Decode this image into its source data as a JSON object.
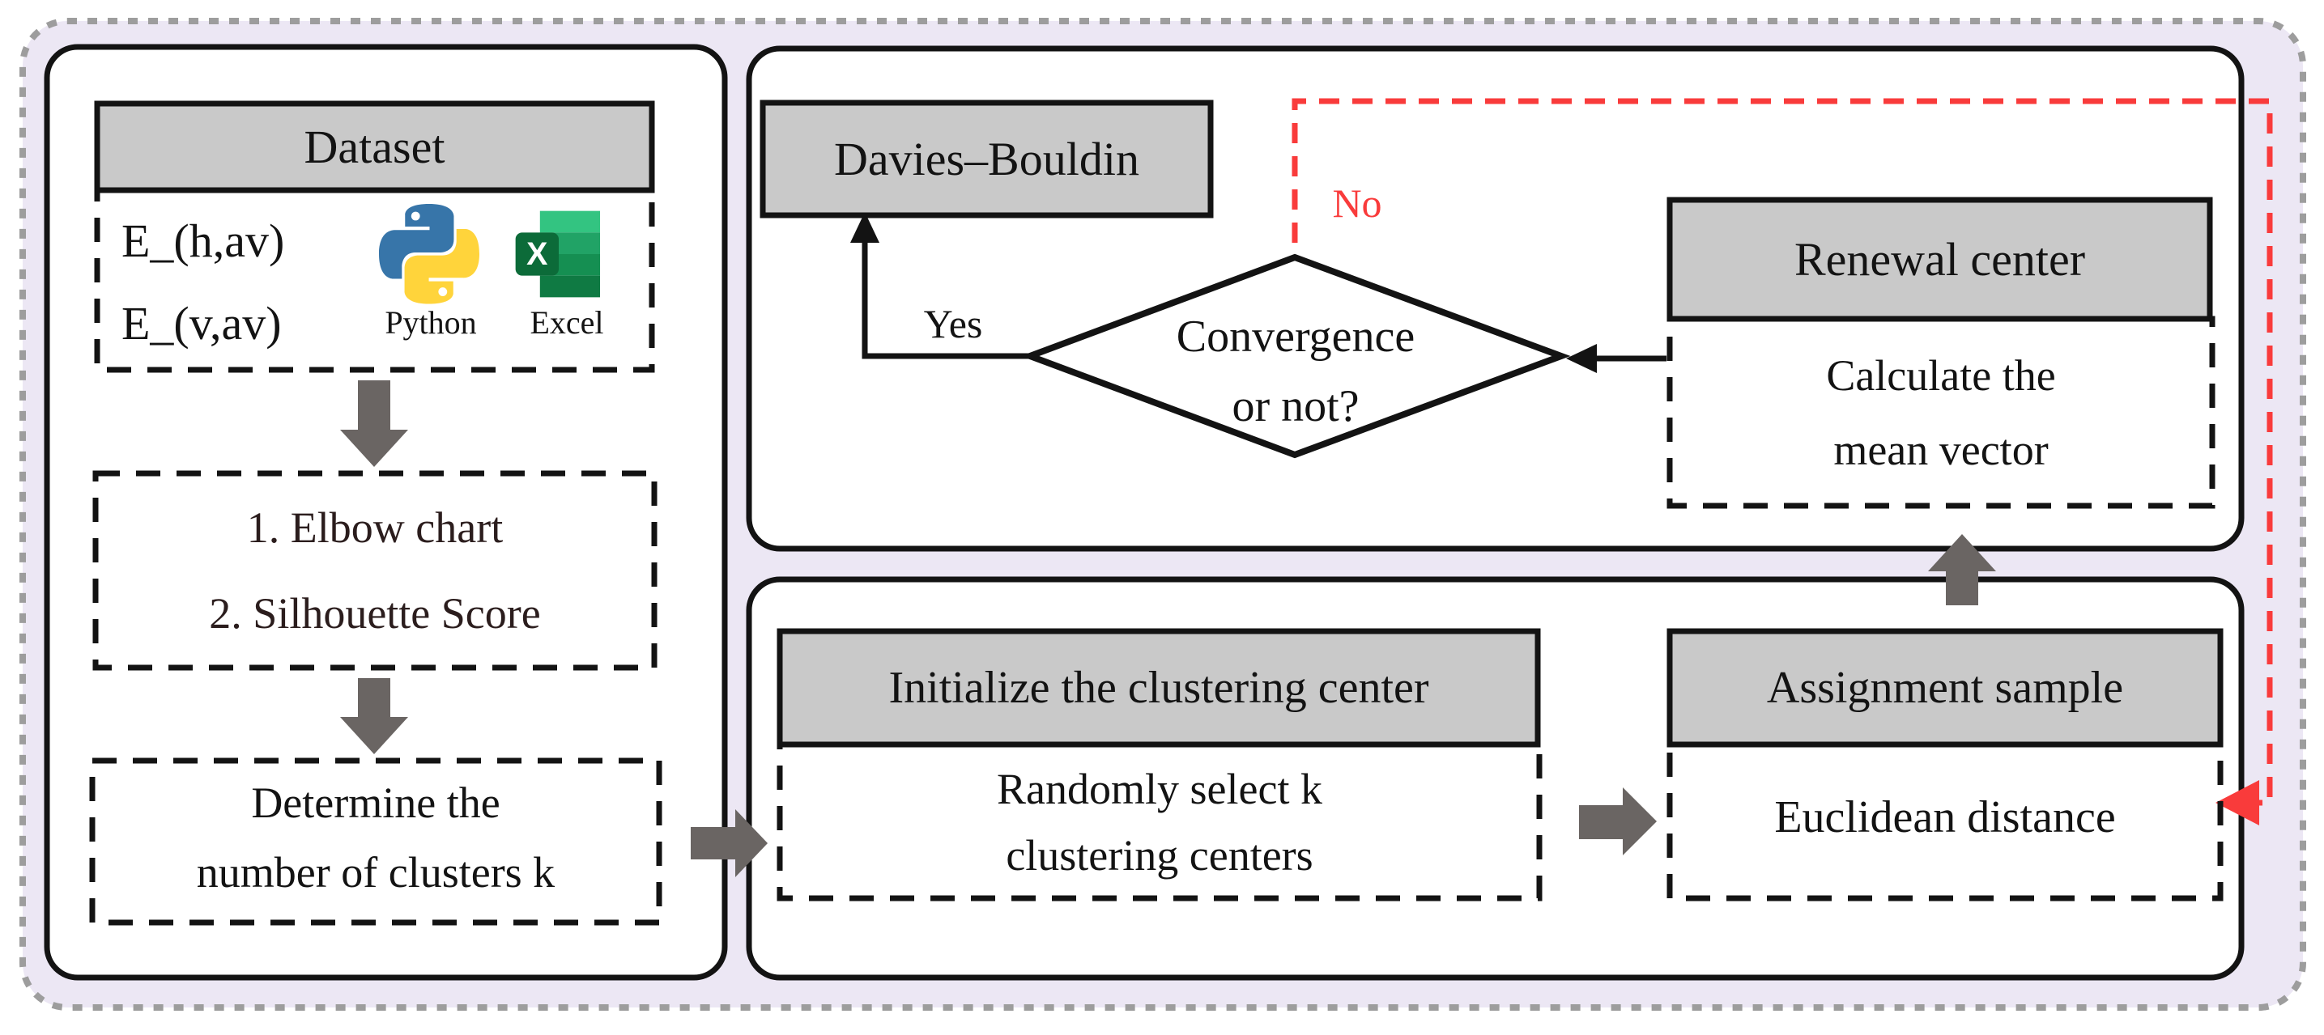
{
  "figure": {
    "type": "flowchart",
    "description": "K-means clustering workflow diagram"
  },
  "left_panel": {
    "dataset_header": "Dataset",
    "inputs": {
      "line1": "E_(h,av)",
      "line2": "E_(v,av)",
      "python_label": "Python",
      "excel_label": "Excel"
    },
    "methods": {
      "line1": "1. Elbow chart",
      "line2": "2. Silhouette Score"
    },
    "determine": {
      "line1": "Determine the",
      "line2": "number of clusters k"
    }
  },
  "evaluation_panel": {
    "davies_bouldin_header": "Davies–Bouldin",
    "diamond": {
      "line1": "Convergence",
      "line2": "or not?"
    },
    "yes_label": "Yes",
    "no_label": "No",
    "renewal_header": "Renewal center",
    "renewal_body": {
      "line1": "Calculate the",
      "line2": "mean vector"
    }
  },
  "clustering_panel": {
    "initialize_header": "Initialize the clustering center",
    "initialize_body": {
      "line1": "Randomly select k",
      "line2": "clustering centers"
    },
    "assignment_header": "Assignment sample",
    "assignment_body": "Euclidean distance"
  },
  "icons": {
    "python": "python-logo",
    "excel": "excel-logo",
    "excel_letter": "X"
  },
  "colors": {
    "background_tint": "#ece7f4",
    "panel_fill": "#ffffff",
    "header_fill": "#c9c9c9",
    "line_black": "#131313",
    "block_arrow_gray": "#6a6563",
    "loop_red": "#f93b3b",
    "outer_border_gray": "#9d9d9d",
    "methods_text": "#2b1d1d",
    "python_blue": "#3775a9",
    "python_yellow": "#ffd43b",
    "excel_green": "#107c41"
  }
}
